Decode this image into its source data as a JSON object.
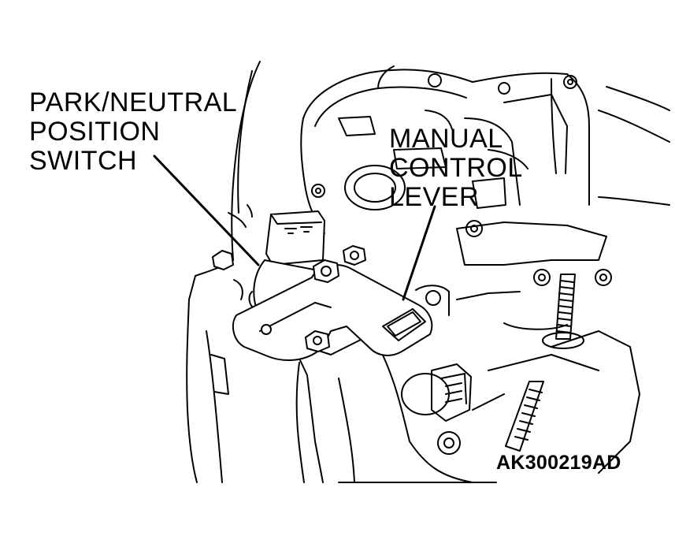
{
  "labels": {
    "park_neutral_switch": [
      "PARK/NEUTRAL",
      "POSITION",
      "SWITCH"
    ],
    "manual_control_lever": [
      "MANUAL",
      "CONTROL",
      "LEVER"
    ],
    "figure_code": "AK300219AD"
  },
  "colors": {
    "line": "#000000",
    "background": "#ffffff"
  }
}
